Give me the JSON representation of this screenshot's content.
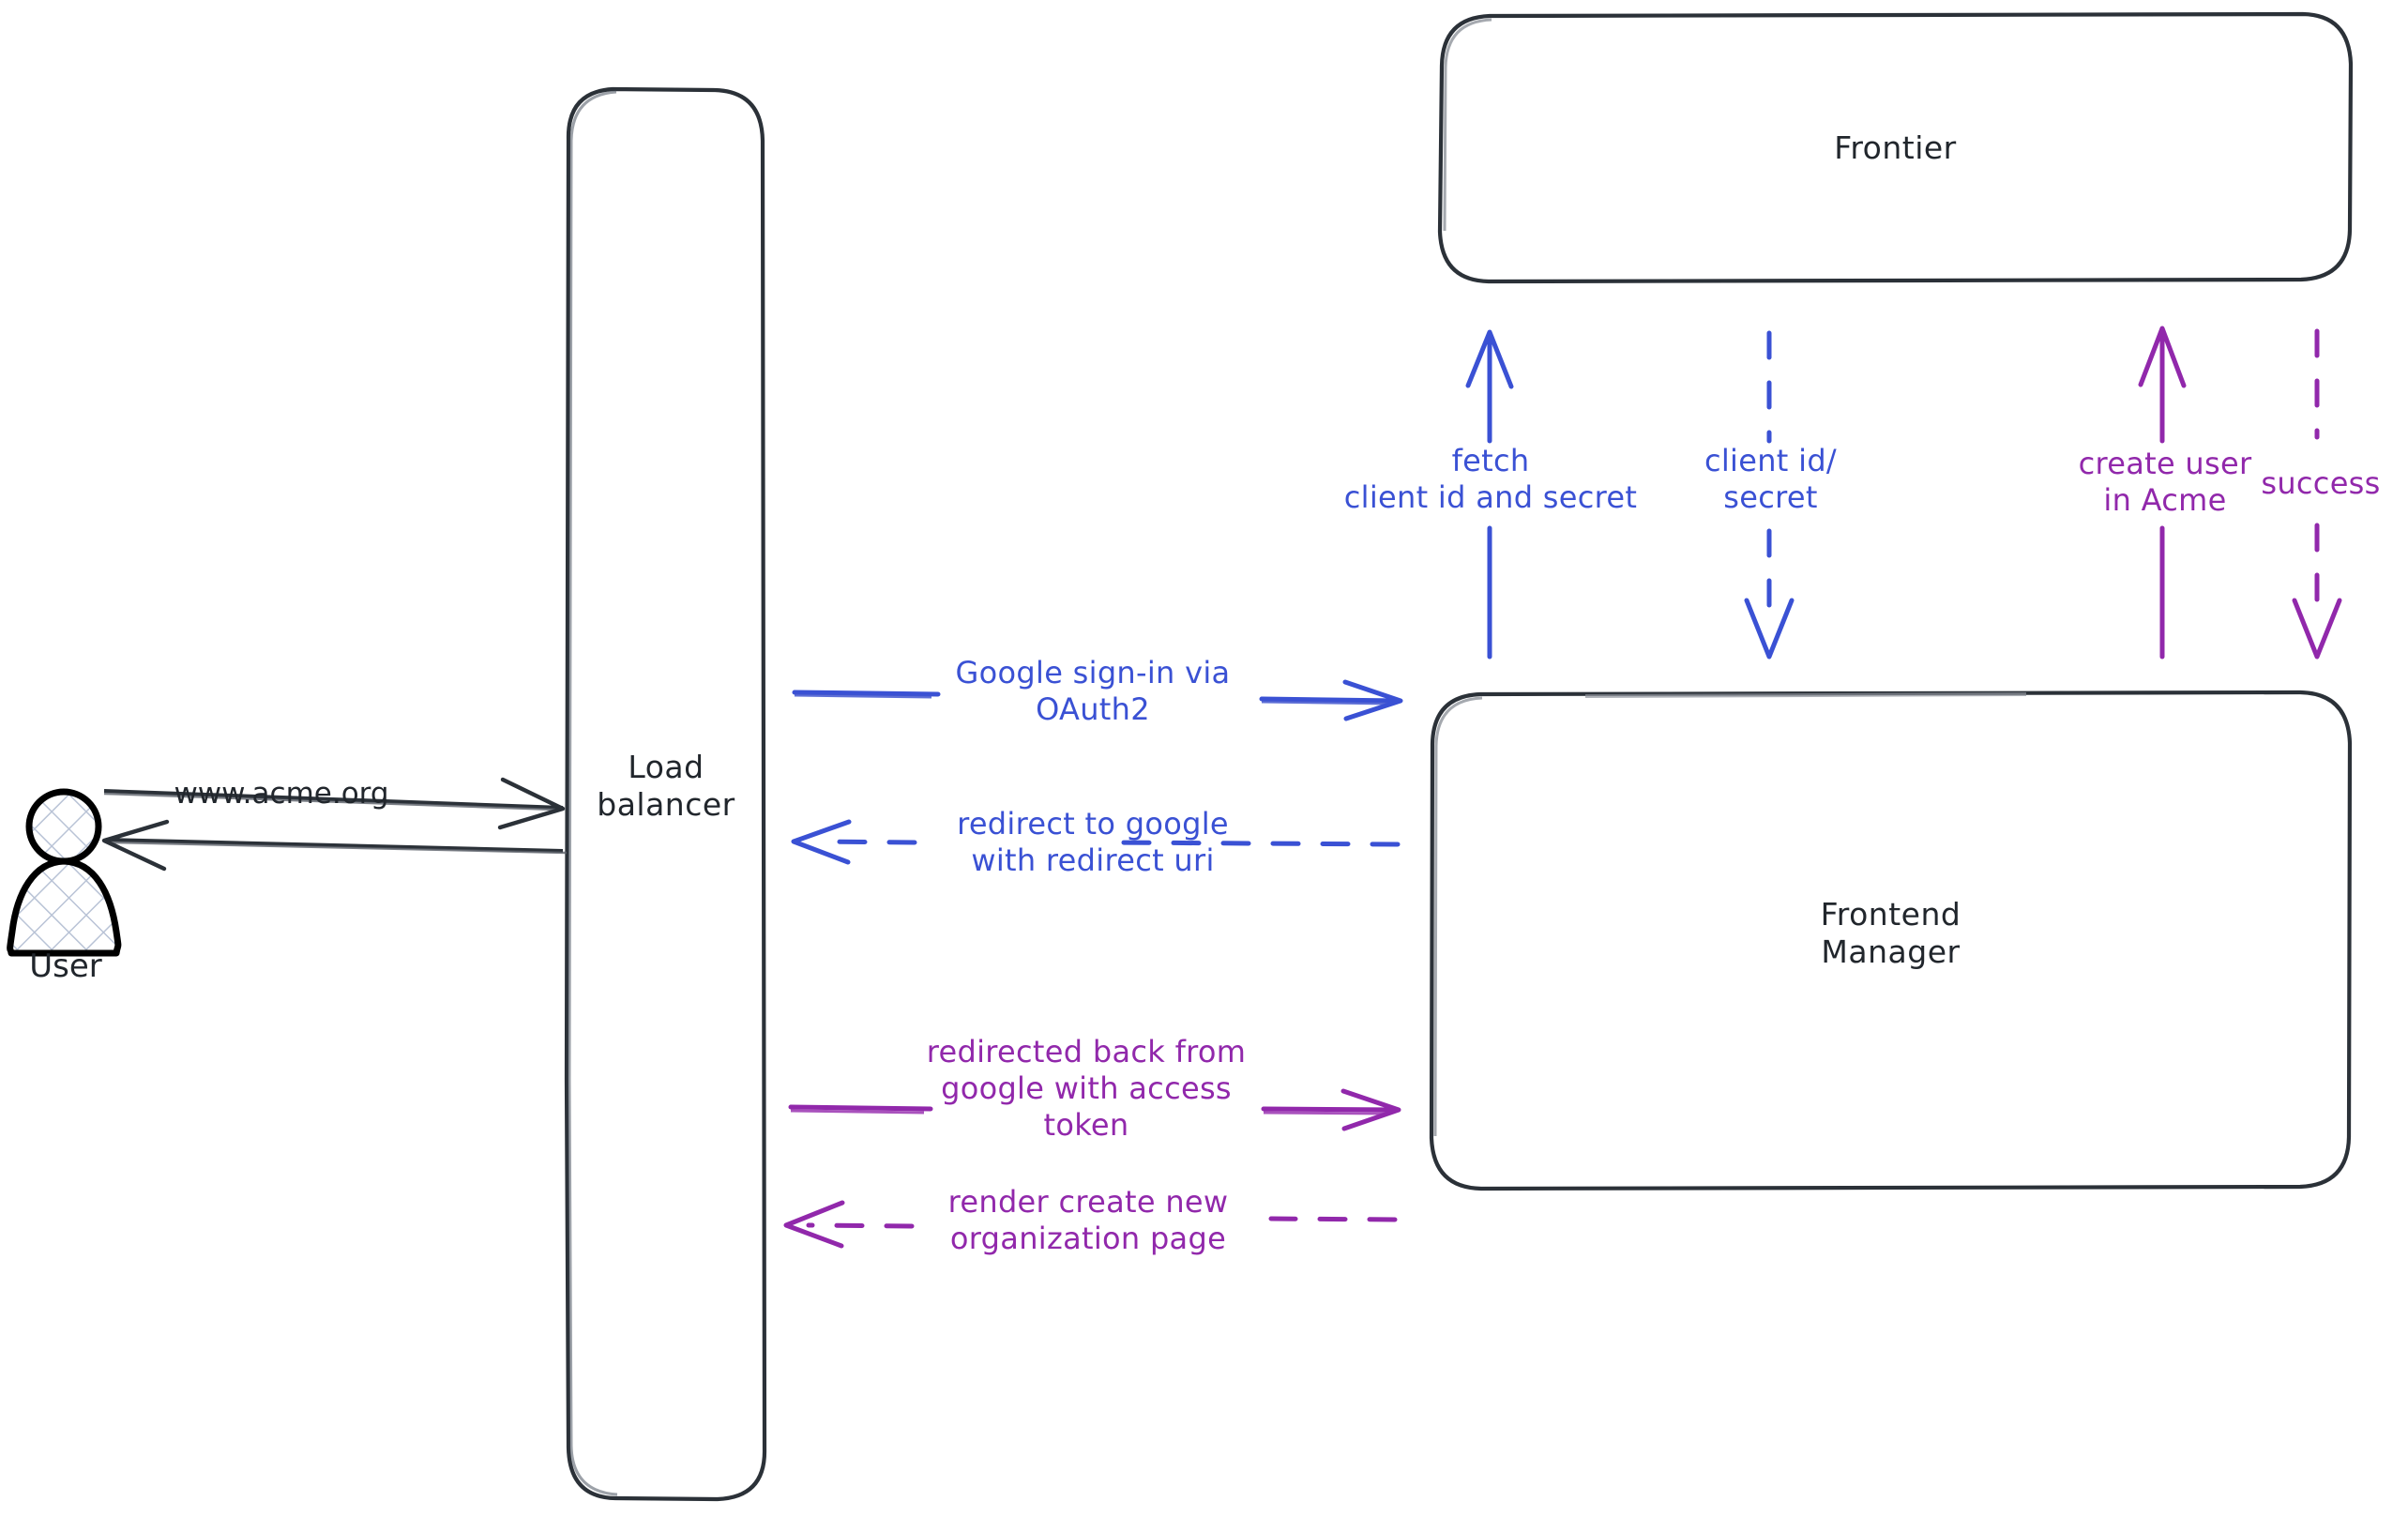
{
  "diagram": {
    "type": "architecture-sequence-diagram",
    "title": "Google OAuth2 sign-in flow",
    "colors": {
      "stroke_dark": "#21262c",
      "blue": "#3a51d4",
      "purple": "#9128ab",
      "hatch": "#b9c3d6",
      "background": "#ffffff"
    }
  },
  "actors": [
    {
      "id": "user",
      "name": "user-actor",
      "label": "User",
      "shape": "person-hatched"
    }
  ],
  "nodes": [
    {
      "id": "load-balancer",
      "name": "load-balancer-node",
      "label": "Load\nbalancer",
      "shape": "rounded-rect-tall"
    },
    {
      "id": "frontier",
      "name": "frontier-node",
      "label": "Frontier",
      "shape": "rounded-rect"
    },
    {
      "id": "frontend-manager",
      "name": "frontend-manager-node",
      "label": "Frontend\nManager",
      "shape": "rounded-rect"
    }
  ],
  "edges": [
    {
      "id": "e1",
      "name": "edge-user-to-lb",
      "label": "www.acme.org",
      "color": "#21262c",
      "style": "solid",
      "direction": "right",
      "from": "user",
      "to": "load-balancer"
    },
    {
      "id": "e2",
      "name": "edge-lb-to-user",
      "label": "",
      "color": "#21262c",
      "style": "solid",
      "direction": "left",
      "from": "load-balancer",
      "to": "user"
    },
    {
      "id": "e3",
      "name": "edge-lb-to-fm-signin",
      "label": "Google sign-in via\nOAuth2",
      "color": "#3a51d4",
      "style": "solid",
      "direction": "right",
      "from": "load-balancer",
      "to": "frontend-manager"
    },
    {
      "id": "e4",
      "name": "edge-fm-to-lb-redirect",
      "label": "redirect to google\nwith redirect uri",
      "color": "#3a51d4",
      "style": "dashed",
      "direction": "left",
      "from": "frontend-manager",
      "to": "load-balancer"
    },
    {
      "id": "e5",
      "name": "edge-lb-to-fm-token",
      "label": "redirected back from\ngoogle with access\ntoken",
      "color": "#9128ab",
      "style": "solid",
      "direction": "right",
      "from": "load-balancer",
      "to": "frontend-manager"
    },
    {
      "id": "e6",
      "name": "edge-fm-to-lb-render",
      "label": "render create new\norganization page",
      "color": "#9128ab",
      "style": "dashed",
      "direction": "left",
      "from": "frontend-manager",
      "to": "load-balancer"
    },
    {
      "id": "e7",
      "name": "edge-fm-to-frontier-fetch",
      "label": "fetch\nclient id and secret",
      "color": "#3a51d4",
      "style": "solid",
      "direction": "up",
      "from": "frontend-manager",
      "to": "frontier"
    },
    {
      "id": "e8",
      "name": "edge-frontier-to-fm-credentials",
      "label": "client id/\nsecret",
      "color": "#3a51d4",
      "style": "dashed",
      "direction": "down",
      "from": "frontier",
      "to": "frontend-manager"
    },
    {
      "id": "e9",
      "name": "edge-fm-to-frontier-create-user",
      "label": "create user\nin Acme",
      "color": "#9128ab",
      "style": "solid",
      "direction": "up",
      "from": "frontend-manager",
      "to": "frontier"
    },
    {
      "id": "e10",
      "name": "edge-frontier-to-fm-success",
      "label": "success",
      "color": "#9128ab",
      "style": "dashed",
      "direction": "down",
      "from": "frontier",
      "to": "frontend-manager"
    }
  ]
}
